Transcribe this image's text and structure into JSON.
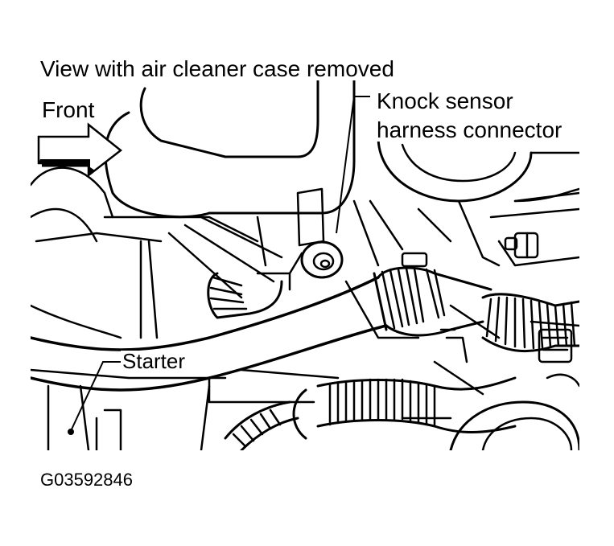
{
  "labels": {
    "title": "View with air cleaner case removed",
    "front": "Front",
    "knock_line1": "Knock sensor",
    "knock_line2": "harness connector",
    "starter": "Starter",
    "figure_code": "G03592846"
  },
  "colors": {
    "line": "#000000",
    "background": "#ffffff"
  }
}
